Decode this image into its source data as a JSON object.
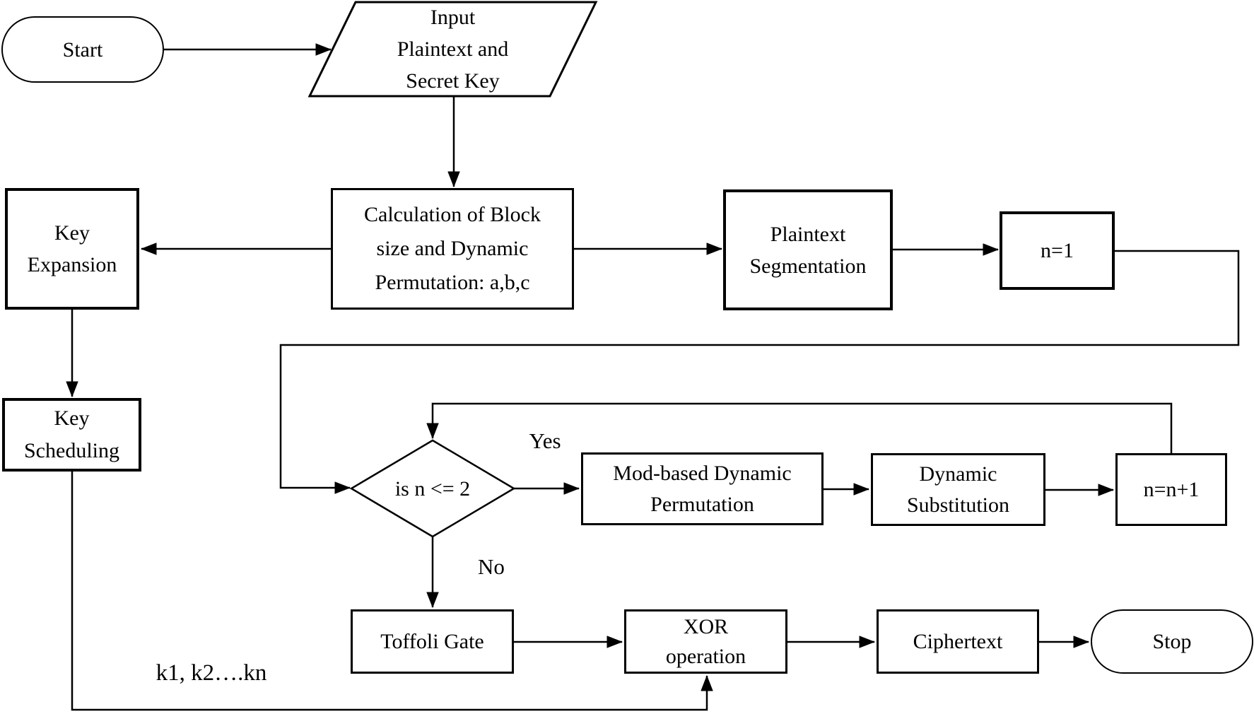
{
  "diagram": {
    "type": "flowchart",
    "colors": {
      "stroke": "#000000",
      "fill": "#ffffff",
      "text": "#000000"
    },
    "nodes": {
      "start": {
        "shape": "stadium",
        "label": "Start"
      },
      "input": {
        "shape": "parallelogram",
        "lines": [
          "Input",
          "Plaintext and",
          "Secret Key"
        ]
      },
      "calc": {
        "shape": "rect",
        "lines": [
          "Calculation of Block",
          "size and Dynamic",
          "Permutation: a,b,c"
        ]
      },
      "key_expansion": {
        "shape": "rect",
        "lines": [
          "Key",
          "Expansion"
        ]
      },
      "plaintext_seg": {
        "shape": "rect",
        "lines": [
          "Plaintext",
          "Segmentation"
        ]
      },
      "n_init": {
        "shape": "rect",
        "label": "n=1"
      },
      "key_scheduling": {
        "shape": "rect",
        "lines": [
          "Key",
          "Scheduling"
        ]
      },
      "decision": {
        "shape": "diamond",
        "label": "is n <= 2"
      },
      "mod_perm": {
        "shape": "rect",
        "lines": [
          "Mod-based Dynamic",
          "Permutation"
        ]
      },
      "dyn_sub": {
        "shape": "rect",
        "lines": [
          "Dynamic",
          "Substitution"
        ]
      },
      "n_inc": {
        "shape": "rect",
        "label": "n=n+1"
      },
      "toffoli": {
        "shape": "rect",
        "label": "Toffoli Gate"
      },
      "xor": {
        "shape": "rect",
        "lines": [
          "XOR",
          "operation"
        ]
      },
      "ciphertext": {
        "shape": "rect",
        "label": "Ciphertext"
      },
      "stop": {
        "shape": "stadium",
        "label": "Stop"
      }
    },
    "edge_labels": {
      "yes": "Yes",
      "no": "No",
      "keys": "k1, k2….kn"
    }
  }
}
